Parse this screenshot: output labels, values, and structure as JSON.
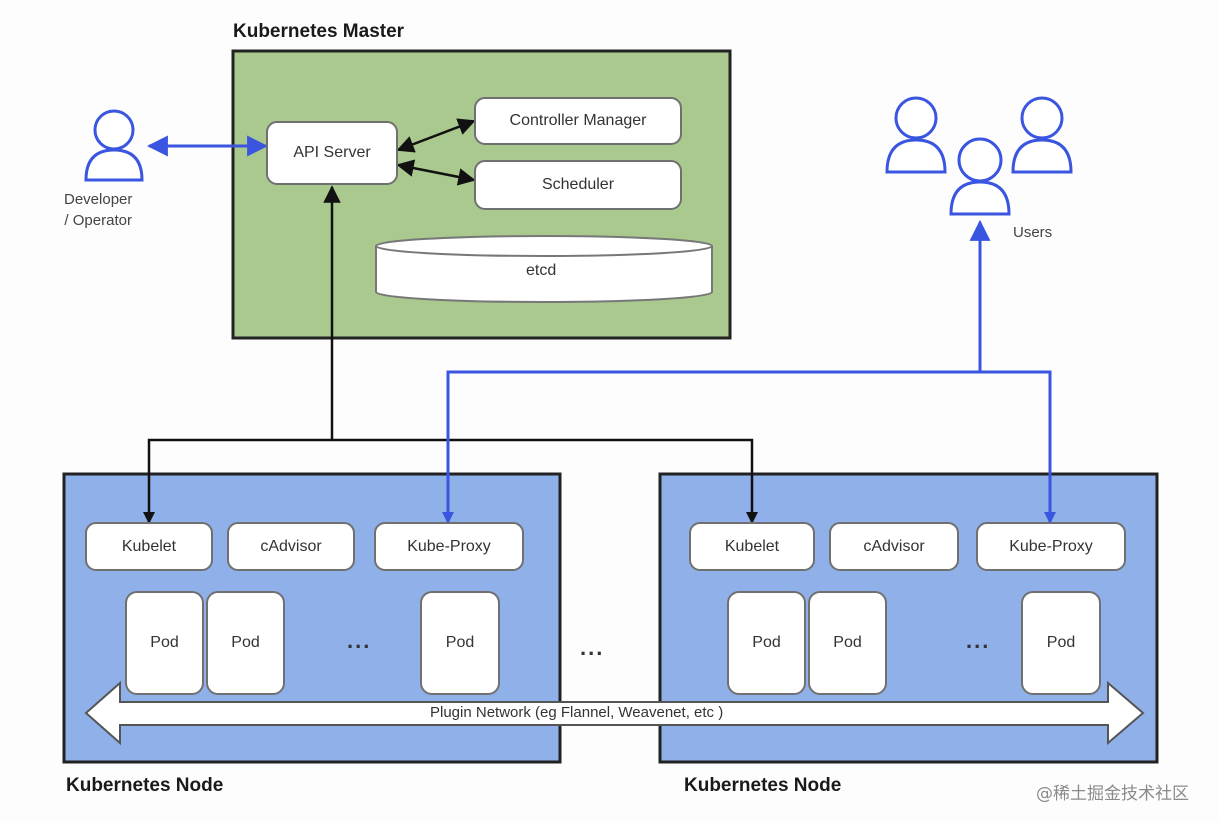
{
  "master": {
    "title": "Kubernetes Master",
    "api_server": "API Server",
    "controller_manager": "Controller Manager",
    "scheduler": "Scheduler",
    "etcd": "etcd"
  },
  "developer": {
    "line1": "Developer",
    "line2": "/ Operator"
  },
  "users": {
    "label": "Users"
  },
  "nodes": [
    {
      "title": "Kubernetes Node",
      "kubelet": "Kubelet",
      "cadvisor": "cAdvisor",
      "kube_proxy": "Kube-Proxy",
      "pods": [
        "Pod",
        "Pod",
        "Pod"
      ],
      "ellipsis": "..."
    },
    {
      "title": "Kubernetes Node",
      "kubelet": "Kubelet",
      "cadvisor": "cAdvisor",
      "kube_proxy": "Kube-Proxy",
      "pods": [
        "Pod",
        "Pod",
        "Pod"
      ],
      "ellipsis": "..."
    }
  ],
  "between_nodes": "...",
  "network": {
    "label": "Plugin Network (eg Flannel, Weavenet, etc )"
  },
  "watermark": "@稀土掘金技术社区",
  "colors": {
    "master_fill": "#a9c98f",
    "node_fill": "#8fb0e8",
    "blue_line": "#3a55e0",
    "black_line": "#111111"
  }
}
